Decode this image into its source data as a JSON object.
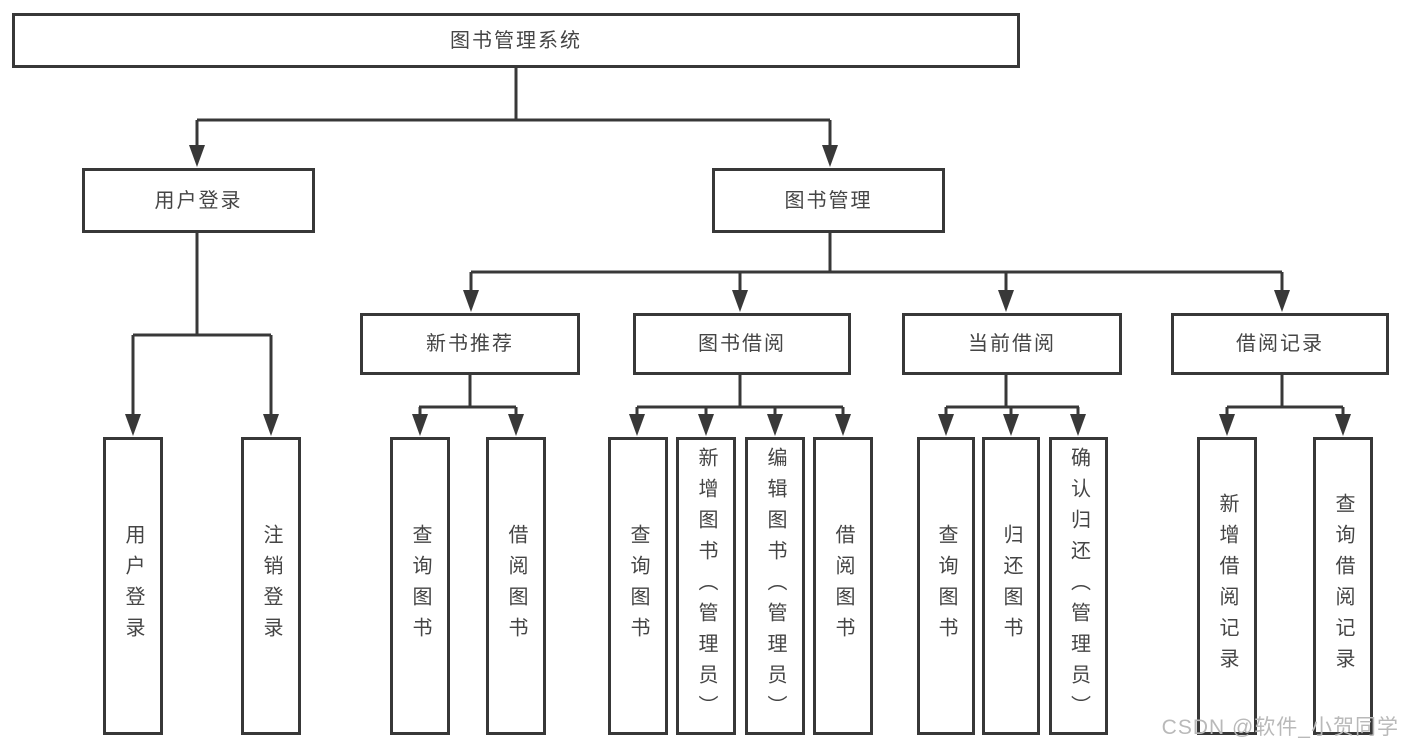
{
  "diagram": {
    "type": "hierarchy",
    "tree": {
      "root": {
        "label": "图书管理系统"
      },
      "children": [
        {
          "label": "用户登录",
          "children": [
            {
              "label": "用户登录"
            },
            {
              "label": "注销登录"
            }
          ]
        },
        {
          "label": "图书管理",
          "children": [
            {
              "label": "新书推荐",
              "children": [
                {
                  "label": "查询图书"
                },
                {
                  "label": "借阅图书"
                }
              ]
            },
            {
              "label": "图书借阅",
              "children": [
                {
                  "label": "查询图书"
                },
                {
                  "label": "新增图书（管理员）"
                },
                {
                  "label": "编辑图书（管理员）"
                },
                {
                  "label": "借阅图书"
                }
              ]
            },
            {
              "label": "当前借阅",
              "children": [
                {
                  "label": "查询图书"
                },
                {
                  "label": "归还图书"
                },
                {
                  "label": "确认归还（管理员）"
                }
              ]
            },
            {
              "label": "借阅记录",
              "children": [
                {
                  "label": "新增借阅记录"
                },
                {
                  "label": "查询借阅记录"
                }
              ]
            }
          ]
        }
      ]
    },
    "watermark": {
      "text": "CSDN @软件_小贺同学"
    },
    "colors": {
      "line": "#383838",
      "text": "#454545",
      "watermark": "#b9b9b9",
      "background": "#ffffff"
    }
  }
}
